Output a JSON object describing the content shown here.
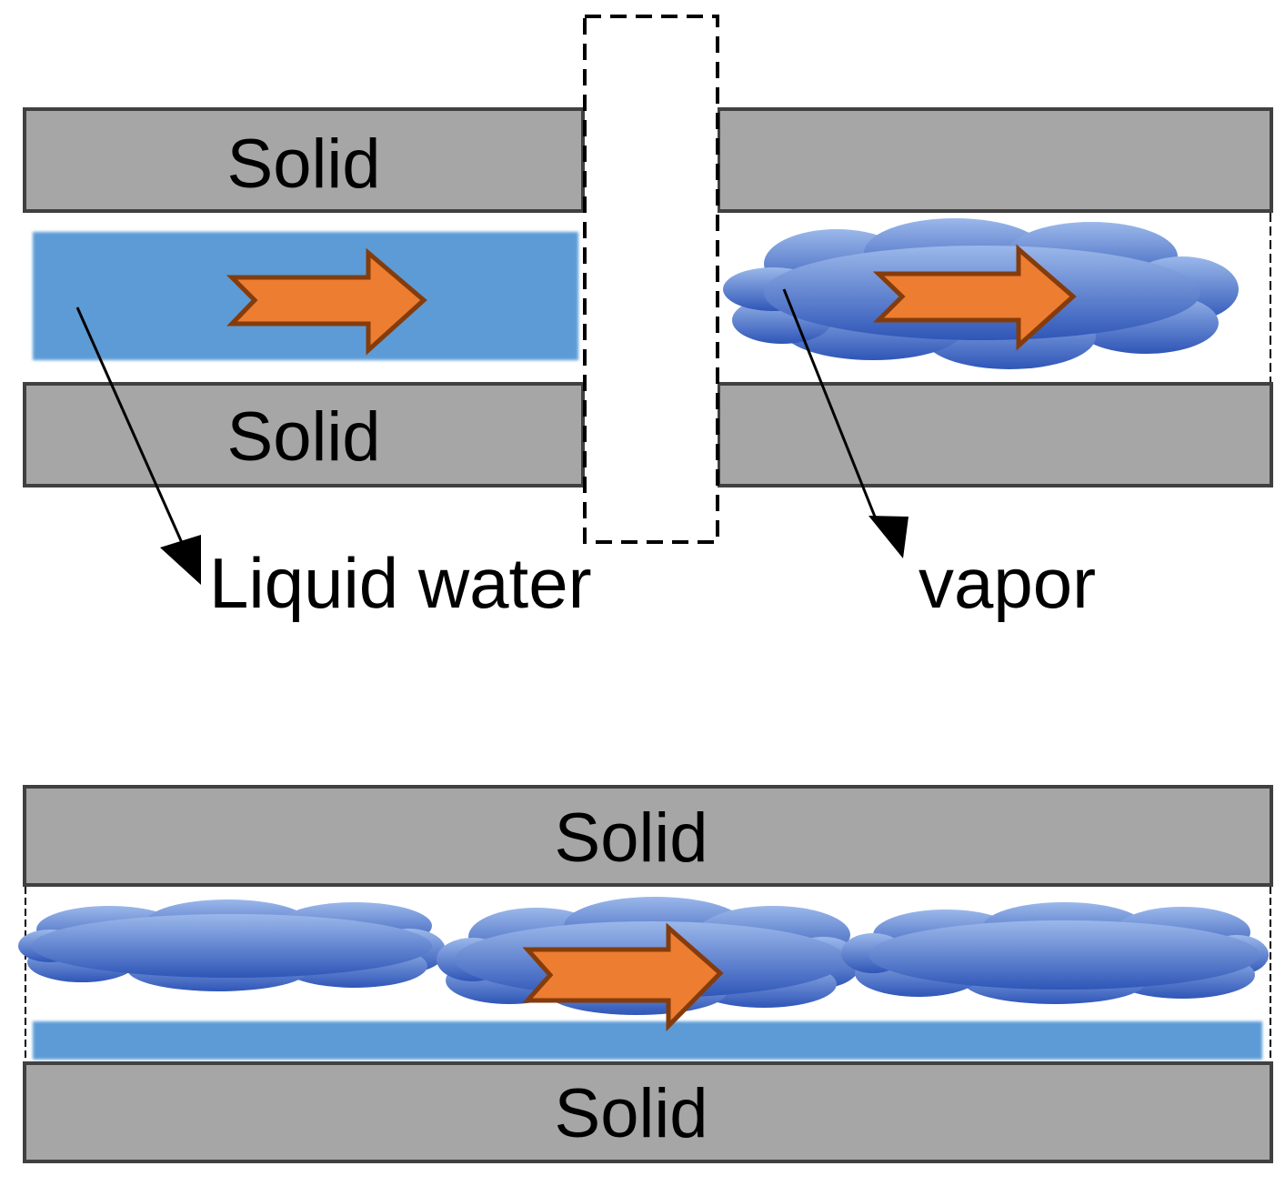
{
  "colors": {
    "solid_fill": "#a6a6a6",
    "solid_stroke": "#404040",
    "liquid_fill": "#5b9bd5",
    "vapor_light": "#9bb8ea",
    "vapor_dark": "#2f56b8",
    "flow_arrow_fill": "#ed7d31",
    "flow_arrow_stroke": "#843c0c",
    "pointer": "#000000",
    "dashed_box": "#000000"
  },
  "icons": {
    "flow": "flow-arrow-icon",
    "vapor": "vapor-cloud-icon",
    "pointer": "pointer-arrow-icon"
  },
  "top_diagram": {
    "solid_top_label": "Solid",
    "solid_bottom_label": "Solid",
    "liquid_label": "Liquid water",
    "vapor_label": "vapor"
  },
  "bottom_diagram": {
    "solid_top_label": "Solid",
    "solid_bottom_label": "Solid"
  }
}
